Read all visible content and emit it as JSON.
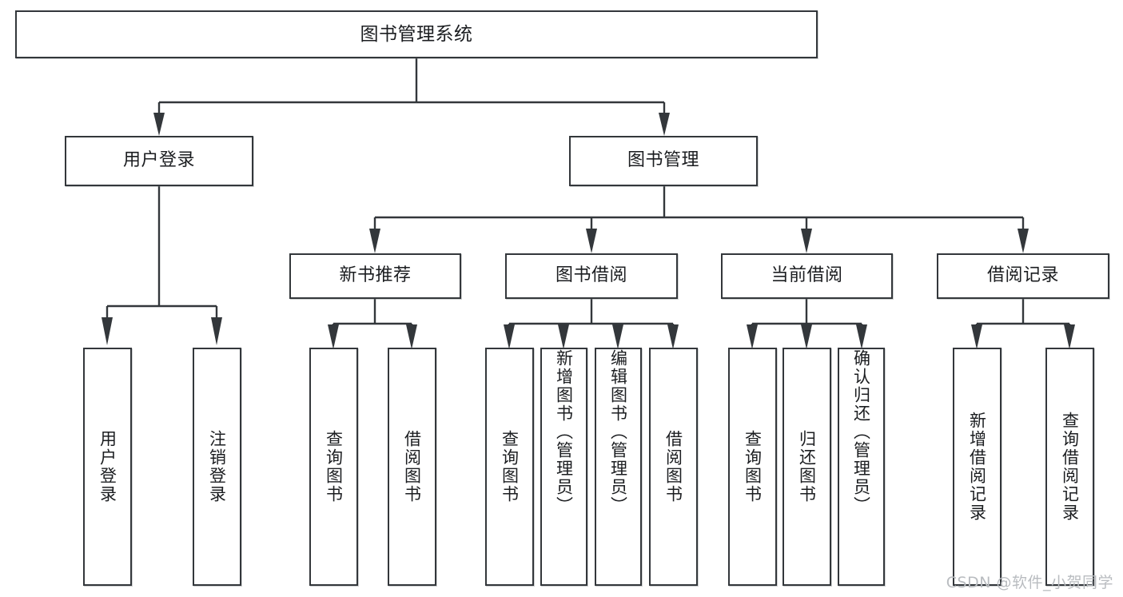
{
  "diagram": {
    "type": "tree",
    "title": "图书管理系统",
    "orientation": "top-down",
    "colors": {
      "box_border": "#33373b",
      "box_fill": "#ffffff",
      "connector": "#33373b",
      "text": "#1b1d20",
      "watermark": "#b9bcc0",
      "background": "#ffffff"
    },
    "watermark": "CSDN @软件_小贺同学",
    "root": {
      "label": "图书管理系统"
    },
    "level2": [
      {
        "label": "用户登录"
      },
      {
        "label": "图书管理"
      }
    ],
    "level3": [
      {
        "label": "新书推荐"
      },
      {
        "label": "图书借阅"
      },
      {
        "label": "当前借阅"
      },
      {
        "label": "借阅记录"
      }
    ],
    "leaves": {
      "user_login": [
        {
          "label": "用户登录"
        },
        {
          "label": "注销登录"
        }
      ],
      "new_book_recommend": [
        {
          "label": "查询图书"
        },
        {
          "label": "借阅图书"
        }
      ],
      "book_borrow": [
        {
          "label": "查询图书"
        },
        {
          "label": "新增图书（管理员）"
        },
        {
          "label": "编辑图书（管理员）"
        },
        {
          "label": "借阅图书"
        }
      ],
      "current_borrow": [
        {
          "label": "查询图书"
        },
        {
          "label": "归还图书"
        },
        {
          "label": "确认归还（管理员）"
        }
      ],
      "borrow_record": [
        {
          "label": "新增借阅记录"
        },
        {
          "label": "查询借阅记录"
        }
      ]
    }
  }
}
